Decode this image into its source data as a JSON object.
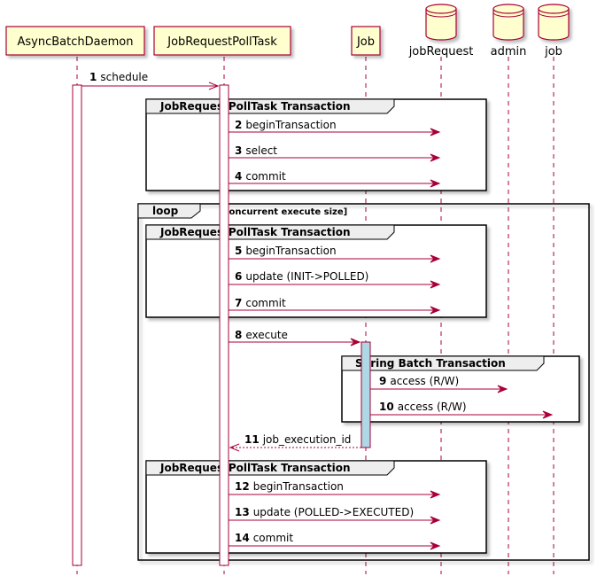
{
  "participants": [
    {
      "id": "daemon",
      "label": "AsyncBatchDaemon",
      "kind": "participant"
    },
    {
      "id": "poll",
      "label": "JobRequestPollTask",
      "kind": "participant"
    },
    {
      "id": "job",
      "label": "Job",
      "kind": "participant"
    },
    {
      "id": "jobRequest",
      "label": "jobRequest",
      "kind": "database"
    },
    {
      "id": "admin",
      "label": "admin",
      "kind": "database"
    },
    {
      "id": "jobdb",
      "label": "job",
      "kind": "database"
    }
  ],
  "messages": [
    {
      "num": "1",
      "text": "schedule",
      "from": "daemon",
      "to": "poll",
      "style": "async"
    },
    {
      "num": "2",
      "text": "beginTransaction",
      "from": "poll",
      "to": "jobRequest",
      "style": "sync"
    },
    {
      "num": "3",
      "text": "select",
      "from": "poll",
      "to": "jobRequest",
      "style": "sync"
    },
    {
      "num": "4",
      "text": "commit",
      "from": "poll",
      "to": "jobRequest",
      "style": "sync"
    },
    {
      "num": "5",
      "text": "beginTransaction",
      "from": "poll",
      "to": "jobRequest",
      "style": "sync"
    },
    {
      "num": "6",
      "text": "update (INIT->POLLED)",
      "from": "poll",
      "to": "jobRequest",
      "style": "sync"
    },
    {
      "num": "7",
      "text": "commit",
      "from": "poll",
      "to": "jobRequest",
      "style": "sync"
    },
    {
      "num": "8",
      "text": "execute",
      "from": "poll",
      "to": "job",
      "style": "sync"
    },
    {
      "num": "9",
      "text": "access (R/W)",
      "from": "job",
      "to": "admin",
      "style": "sync"
    },
    {
      "num": "10",
      "text": "access (R/W)",
      "from": "job",
      "to": "jobdb",
      "style": "sync"
    },
    {
      "num": "11",
      "text": "job_execution_id",
      "from": "job",
      "to": "poll",
      "style": "return"
    },
    {
      "num": "12",
      "text": "beginTransaction",
      "from": "poll",
      "to": "jobRequest",
      "style": "sync"
    },
    {
      "num": "13",
      "text": "update (POLLED->EXECUTED)",
      "from": "poll",
      "to": "jobRequest",
      "style": "sync"
    },
    {
      "num": "14",
      "text": "commit",
      "from": "poll",
      "to": "jobRequest",
      "style": "sync"
    }
  ],
  "frames": [
    {
      "kind": "group",
      "title": "JobRequestPollTask Transaction"
    },
    {
      "kind": "loop",
      "title": "loop",
      "condition": "[concurrent execute size]"
    },
    {
      "kind": "group",
      "title": "JobRequestPollTask Transaction"
    },
    {
      "kind": "group",
      "title": "Spring Batch Transaction"
    },
    {
      "kind": "group",
      "title": "JobRequestPollTask Transaction"
    }
  ],
  "colors": {
    "participant_fill": "#FEFECE",
    "participant_border": "#A80036",
    "lifeline": "#A80036",
    "activation_default": "#FFFFFF",
    "activation_job": "#ADD8E6",
    "arrow": "#A80036",
    "frame_border": "#000000",
    "frame_tab": "#EEEEEE"
  }
}
